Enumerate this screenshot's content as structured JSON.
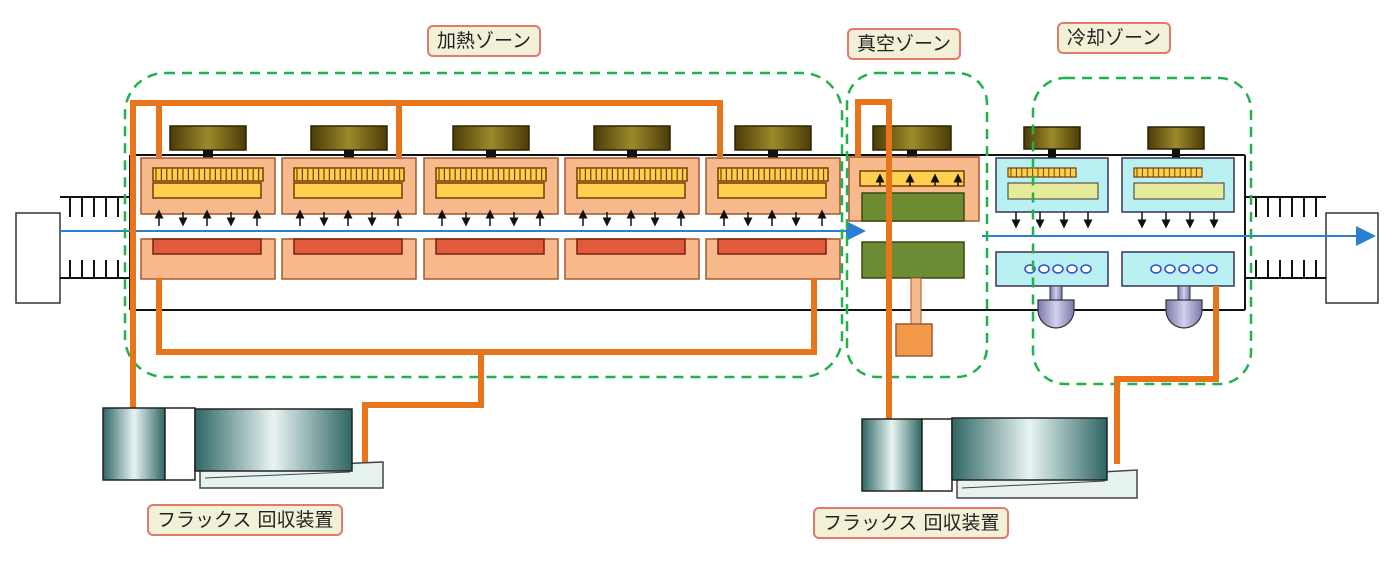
{
  "zones": {
    "heating": "加熱ゾーン",
    "vacuum": "真空ゾーン",
    "cooling": "冷却ゾーン"
  },
  "flux_recovery": {
    "left": "フラックス 回収装置",
    "right": "フラックス 回収装置"
  },
  "colors": {
    "pipe": "#e8741c",
    "zone_border": "#22b24c",
    "heater_box": "#f8b98c",
    "heater_element": "#ffd050",
    "lower_heater": "#e05a3c",
    "vacuum_block": "#6b8c32",
    "cool_box": "#b9f0f2",
    "cool_panel": "#e6eb9a",
    "conveyor_arrow": "#2a7fd0",
    "motor": "#6b5a10",
    "label_bg": "#f3f0d8",
    "label_border": "#e07a6a",
    "recovery_body": "#3f7a78"
  }
}
